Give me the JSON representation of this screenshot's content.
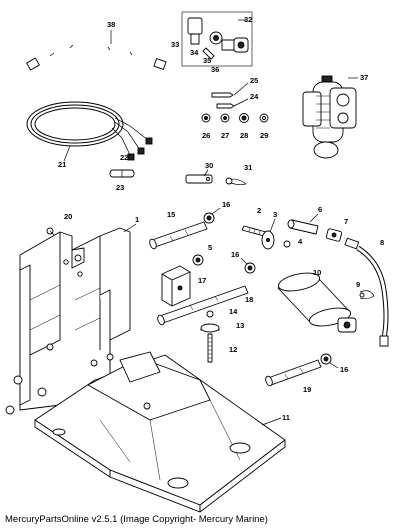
{
  "footer": {
    "copyright": "MercuryPartsOnline v2.5.1 (Image Copyright- Mercury Marine)"
  },
  "callouts": {
    "c1": "1",
    "c2": "2",
    "c3": "3",
    "c4": "4",
    "c5": "5",
    "c6": "6",
    "c7": "7",
    "c8": "8",
    "c9": "9",
    "c10": "10",
    "c11": "11",
    "c12": "12",
    "c13": "13",
    "c14": "14",
    "c15": "15",
    "c16a": "16",
    "c16b": "16",
    "c16c": "16",
    "c17": "17",
    "c18": "18",
    "c19": "19",
    "c20": "20",
    "c21": "21",
    "c22": "22",
    "c23": "23",
    "c24": "24",
    "c25": "25",
    "c26": "26",
    "c27": "27",
    "c28": "28",
    "c29": "29",
    "c30": "30",
    "c31": "31",
    "c32": "32",
    "c33": "33",
    "c34": "34",
    "c35": "35",
    "c36": "36",
    "c37": "37",
    "c38": "38"
  }
}
